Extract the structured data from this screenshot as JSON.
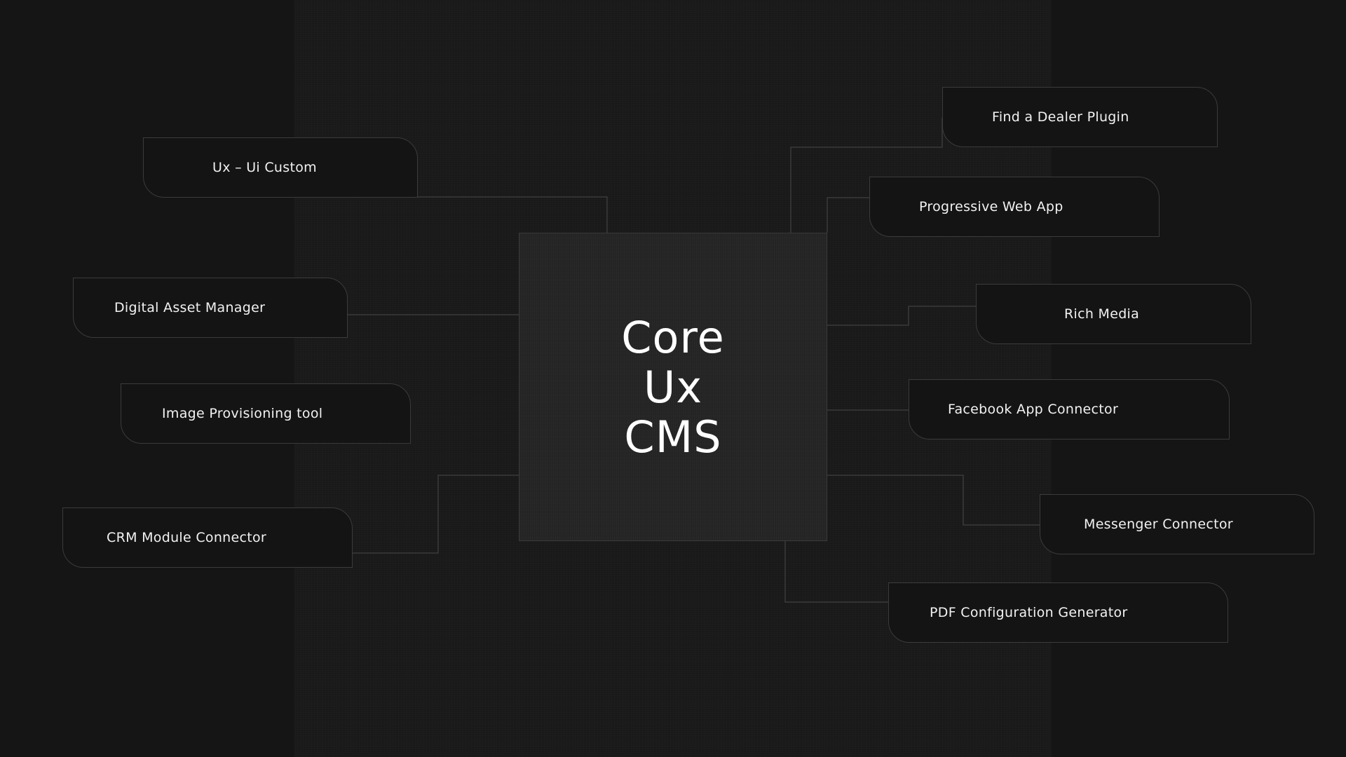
{
  "core": {
    "lines": [
      "Core",
      "Ux",
      "CMS"
    ]
  },
  "nodes": {
    "ux_ui_custom": "Ux – Ui Custom",
    "digital_asset_manager": "Digital Asset Manager",
    "image_provisioning_tool": "Image Provisioning tool",
    "crm_module_connector": "CRM Module Connector",
    "find_a_dealer_plugin": "Find a Dealer Plugin",
    "progressive_web_app": "Progressive Web App",
    "rich_media": "Rich Media",
    "facebook_app_connector": "Facebook App Connector",
    "messenger_connector": "Messenger Connector",
    "pdf_configuration_generator": "PDF Configuration Generator"
  },
  "colors": {
    "background": "#151515",
    "core_fill": "#222222",
    "node_fill": "#141414",
    "border": "#3b3b3b",
    "text": "#ffffff"
  }
}
